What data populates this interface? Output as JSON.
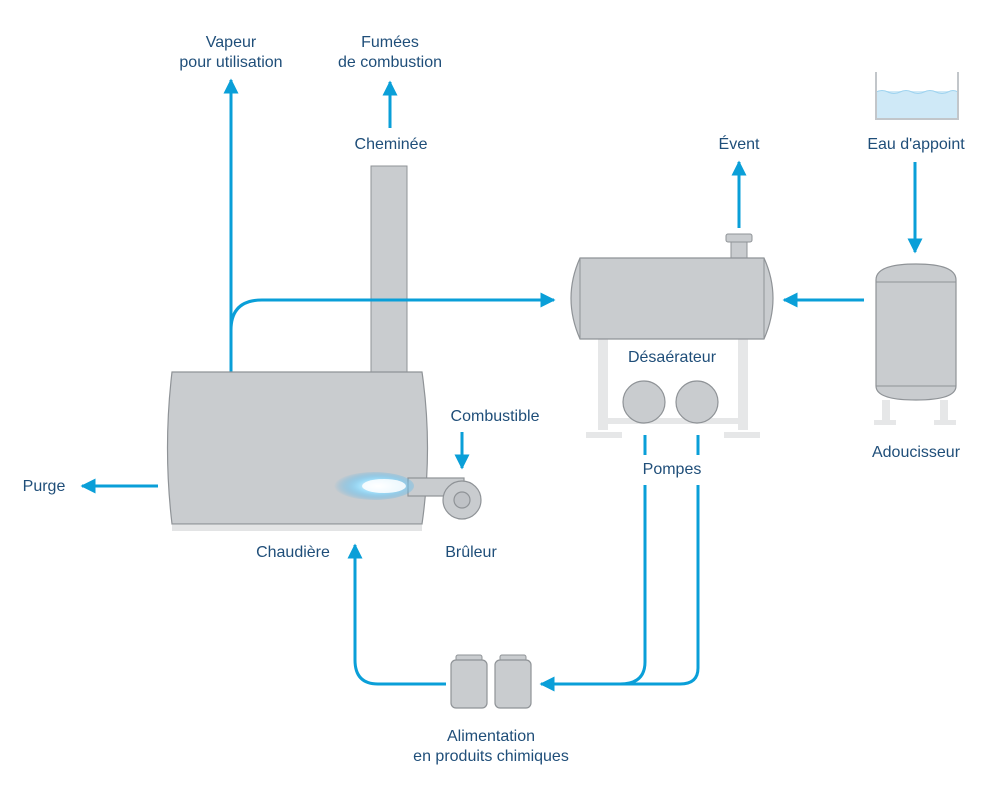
{
  "labels": {
    "vapeur_1": "Vapeur",
    "vapeur_2": "pour utilisation",
    "fumees_1": "Fumées",
    "fumees_2": "de combustion",
    "cheminee": "Cheminée",
    "event": "Évent",
    "eau_appoint": "Eau d'appoint",
    "desaerateur": "Désaérateur",
    "pompes": "Pompes",
    "adoucisseur": "Adoucisseur",
    "combustible": "Combustible",
    "purge": "Purge",
    "chaudiere": "Chaudière",
    "bruleur": "Brûleur",
    "alimentation_1": "Alimentation",
    "alimentation_2": "en produits chimiques"
  },
  "colors": {
    "flow_line": "#0a9fd8",
    "equipment_fill": "#c9cccf",
    "equipment_stroke": "#8f9397",
    "support": "#e6e7e8",
    "water": "#cfe9f7",
    "label_text": "#1f4e79"
  }
}
